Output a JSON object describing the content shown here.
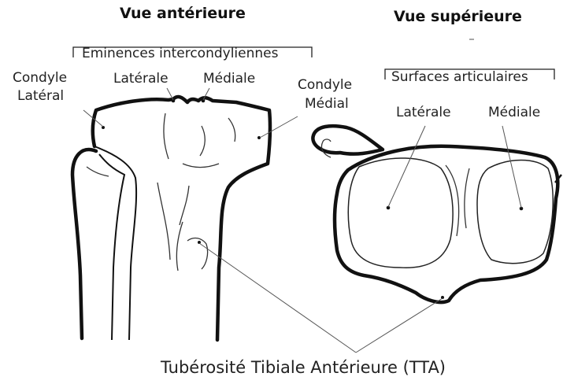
{
  "titles": {
    "anterior": "Vue antérieure",
    "superior": "Vue supérieure"
  },
  "anterior_view": {
    "group_label": "Eminences intercondyliennes",
    "eminence_lateral": "Latérale",
    "eminence_medial": "Médiale",
    "lateral_condyle": [
      "Condyle",
      "Latéral"
    ],
    "medial_condyle": [
      "Condyle",
      "Médial"
    ]
  },
  "superior_view": {
    "group_label": "Surfaces articulaires",
    "surface_lateral": "Latérale",
    "surface_medial": "Médiale"
  },
  "bottom_label": "Tubérosité Tibiale Antérieure (TTA)",
  "colors": {
    "outline": "#111111",
    "leader": "#555555"
  }
}
